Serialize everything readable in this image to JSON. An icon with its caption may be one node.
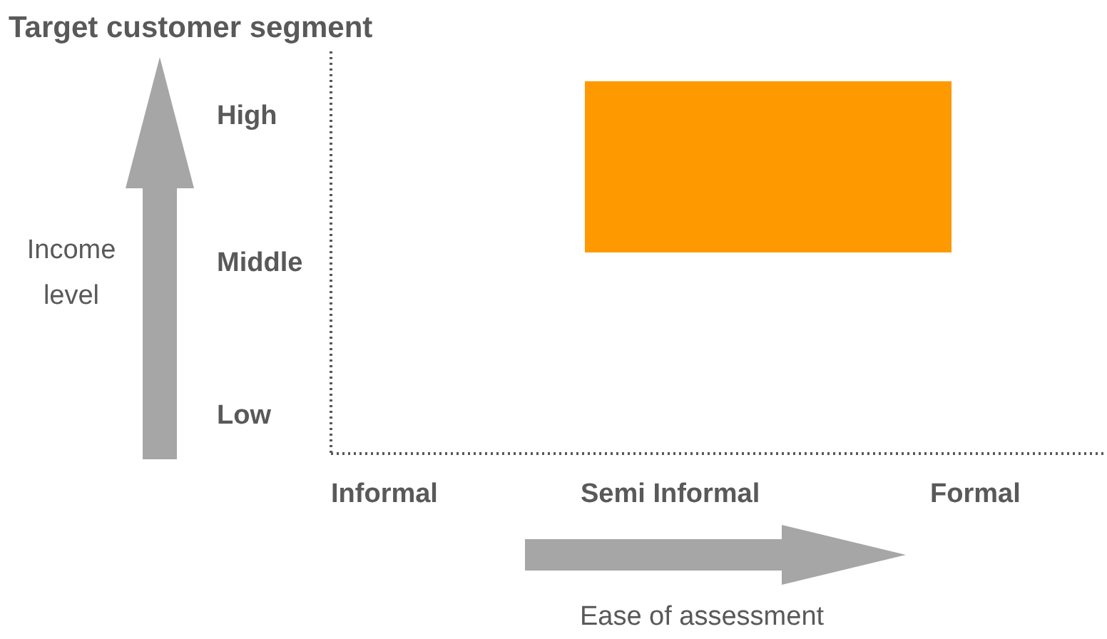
{
  "diagram": {
    "title": "Target customer segment",
    "nodes": [
      {
        "text": [],
        "shape": "box"
      }
    ],
    "labels": [
      "High",
      "Income level",
      "Middle",
      "Low",
      "Informal",
      "Semi Informal",
      "Formal",
      "Ease of assessment"
    ]
  }
}
